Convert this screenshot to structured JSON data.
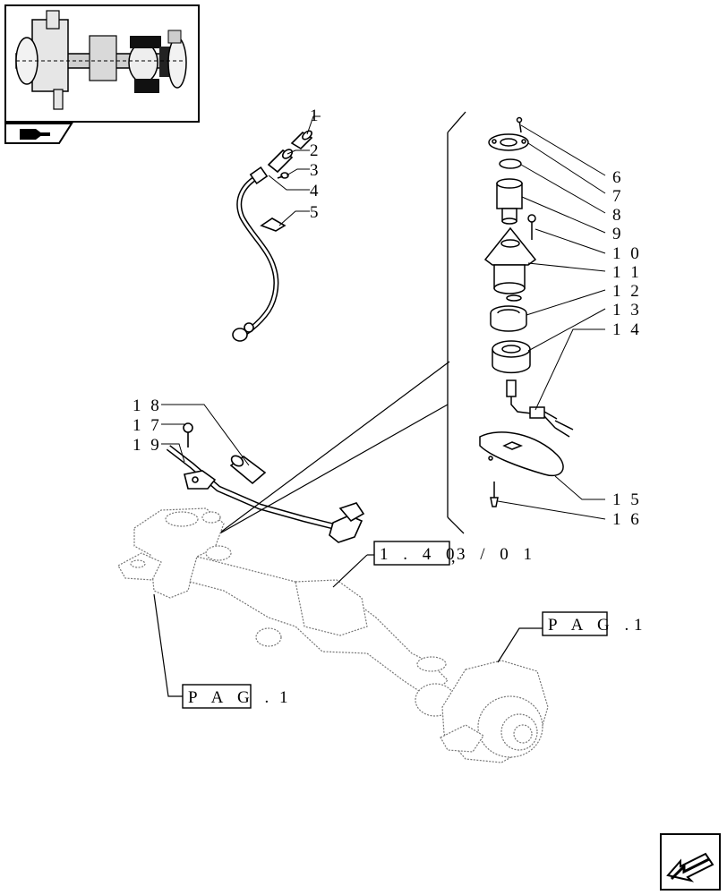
{
  "callouts": {
    "c1": "1",
    "c2": "2",
    "c3": "3",
    "c4": "4",
    "c5": "5",
    "c6": "6",
    "c7": "7",
    "c8": "8",
    "c9": "9",
    "c10": "1 0",
    "c11": "1 1",
    "c12": "1 2",
    "c13": "1 3",
    "c14": "1 4",
    "c15": "1 5",
    "c16": "1 6",
    "c17": "1 7",
    "c18": "1 8",
    "c19": "1 9"
  },
  "references": {
    "ref_140_prefix": "1 . 4 0",
    "ref_140_suffix": "3 / 0 1",
    "pag_right_label": "P A G .",
    "pag_right_num": "1",
    "pag_left_label": "P A G .",
    "pag_left_num": "1"
  },
  "icons": {
    "thumbnail": "axle-overview-thumbnail",
    "book": "book-arrow-icon",
    "nav": "next-page-arrow-icon"
  }
}
